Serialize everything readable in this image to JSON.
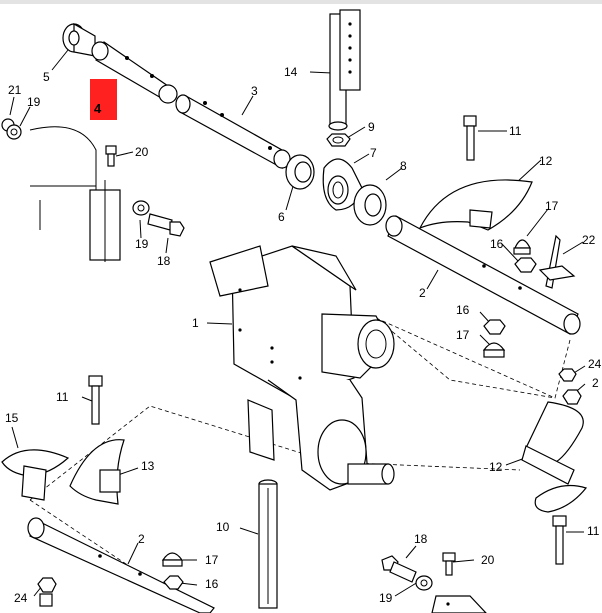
{
  "highlight": {
    "label": "4",
    "color": "#ff2020"
  },
  "callouts": [
    {
      "id": "c5",
      "text": "5"
    },
    {
      "id": "c21",
      "text": "21"
    },
    {
      "id": "c19a",
      "text": "19"
    },
    {
      "id": "c3",
      "text": "3"
    },
    {
      "id": "c14",
      "text": "14"
    },
    {
      "id": "c20a",
      "text": "20"
    },
    {
      "id": "c9",
      "text": "9"
    },
    {
      "id": "c7",
      "text": "7"
    },
    {
      "id": "c11a",
      "text": "11"
    },
    {
      "id": "c12a",
      "text": "12"
    },
    {
      "id": "c8",
      "text": "8"
    },
    {
      "id": "c6",
      "text": "6"
    },
    {
      "id": "c19b",
      "text": "19"
    },
    {
      "id": "c18a",
      "text": "18"
    },
    {
      "id": "c17a",
      "text": "17"
    },
    {
      "id": "c22",
      "text": "22"
    },
    {
      "id": "c16a",
      "text": "16"
    },
    {
      "id": "c2a",
      "text": "2"
    },
    {
      "id": "c1",
      "text": "1"
    },
    {
      "id": "c16b",
      "text": "16"
    },
    {
      "id": "c17b",
      "text": "17"
    },
    {
      "id": "c24a",
      "text": "24"
    },
    {
      "id": "c2b",
      "text": "2"
    },
    {
      "id": "c11b",
      "text": "11"
    },
    {
      "id": "c15",
      "text": "15"
    },
    {
      "id": "c13",
      "text": "13"
    },
    {
      "id": "c12b",
      "text": "12"
    },
    {
      "id": "c11c",
      "text": "11"
    },
    {
      "id": "c10",
      "text": "10"
    },
    {
      "id": "c2c",
      "text": "2"
    },
    {
      "id": "c17c",
      "text": "17"
    },
    {
      "id": "c16c",
      "text": "16"
    },
    {
      "id": "c18b",
      "text": "18"
    },
    {
      "id": "c20b",
      "text": "20"
    },
    {
      "id": "c24b",
      "text": "24"
    },
    {
      "id": "c19c",
      "text": "19"
    }
  ]
}
